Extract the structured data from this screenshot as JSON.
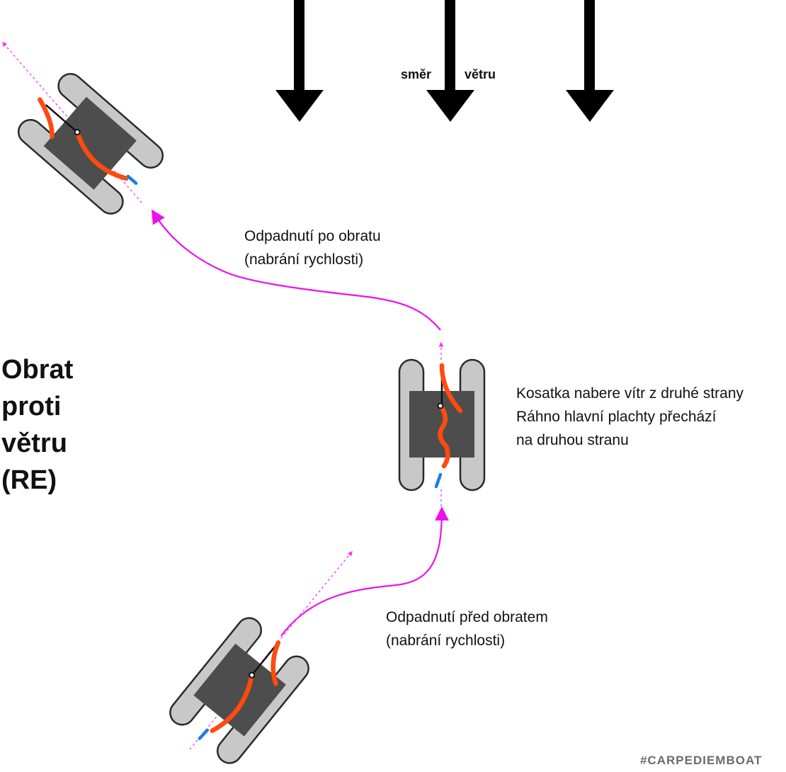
{
  "wind": {
    "label_left": "směr",
    "label_right": "větru"
  },
  "title": {
    "lines": [
      "Obrat",
      "proti",
      "větru",
      "(RE)"
    ]
  },
  "annotations": {
    "after_tack": [
      "Odpadnutí po obratu",
      "(nabrání rychlosti)"
    ],
    "mid_tack": [
      "Kosatka nabere vítr z druhé strany",
      "Ráhno hlavní plachty přechází",
      "na druhou stranu"
    ],
    "before_tack": [
      "Odpadnutí před obratem",
      "(nabrání rychlosti)"
    ]
  },
  "hashtag": "#CARPEDIEMBOAT",
  "colors": {
    "hull": "#c8c8c8",
    "deck": "#4d4d4d",
    "sail": "#ff4a10",
    "rudder": "#1a7fe6",
    "course": "#ee10ee",
    "wind_arrow": "#000000"
  }
}
